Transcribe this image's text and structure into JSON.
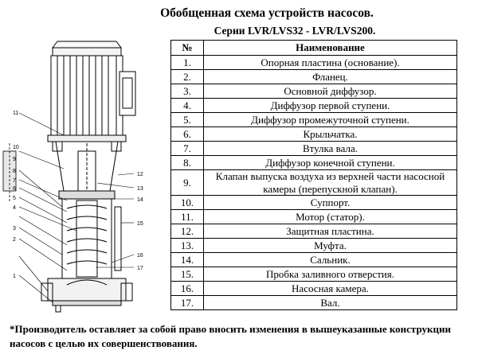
{
  "title": "Обобщенная схема устройств насосов.",
  "subtitle": "Серии LVR/LVS32 - LVR/LVS200.",
  "table": {
    "headers": [
      "№",
      "Наименование"
    ],
    "rows": [
      {
        "num": "1.",
        "name": "Опорная пластина (основание)."
      },
      {
        "num": "2.",
        "name": "Фланец."
      },
      {
        "num": "3.",
        "name": "Основной диффузор."
      },
      {
        "num": "4.",
        "name": "Диффузор первой ступени."
      },
      {
        "num": "5.",
        "name": "Диффузор промежуточной ступени."
      },
      {
        "num": "6.",
        "name": "Крыльчатка."
      },
      {
        "num": "7.",
        "name": "Втулка вала."
      },
      {
        "num": "8.",
        "name": "Диффузор конечной ступени."
      },
      {
        "num": "9.",
        "name": "Клапан выпуска воздуха из верхней части насосной камеры (перепускной клапан)."
      },
      {
        "num": "10.",
        "name": "Суппорт."
      },
      {
        "num": "11.",
        "name": "Мотор (статор)."
      },
      {
        "num": "12.",
        "name": "Защитная пластина."
      },
      {
        "num": "13.",
        "name": "Муфта."
      },
      {
        "num": "14.",
        "name": "Сальник."
      },
      {
        "num": "15.",
        "name": "Пробка заливного отверстия."
      },
      {
        "num": "16.",
        "name": "Насосная камера."
      },
      {
        "num": "17.",
        "name": "Вал."
      }
    ]
  },
  "callouts": {
    "n1": "1",
    "n2": "2",
    "n3": "3",
    "n4": "4",
    "n5": "5",
    "n6": "6",
    "n7": "7",
    "n8": "8",
    "n9": "9",
    "n10": "10",
    "n11": "11",
    "n12": "12",
    "n13": "13",
    "n14": "14",
    "n15": "15",
    "n16": "16",
    "n17": "17"
  },
  "footnote": "*Производитель оставляет за собой право вносить изменения в вышеуказанные конструкции насосов с целью их совершенствования."
}
